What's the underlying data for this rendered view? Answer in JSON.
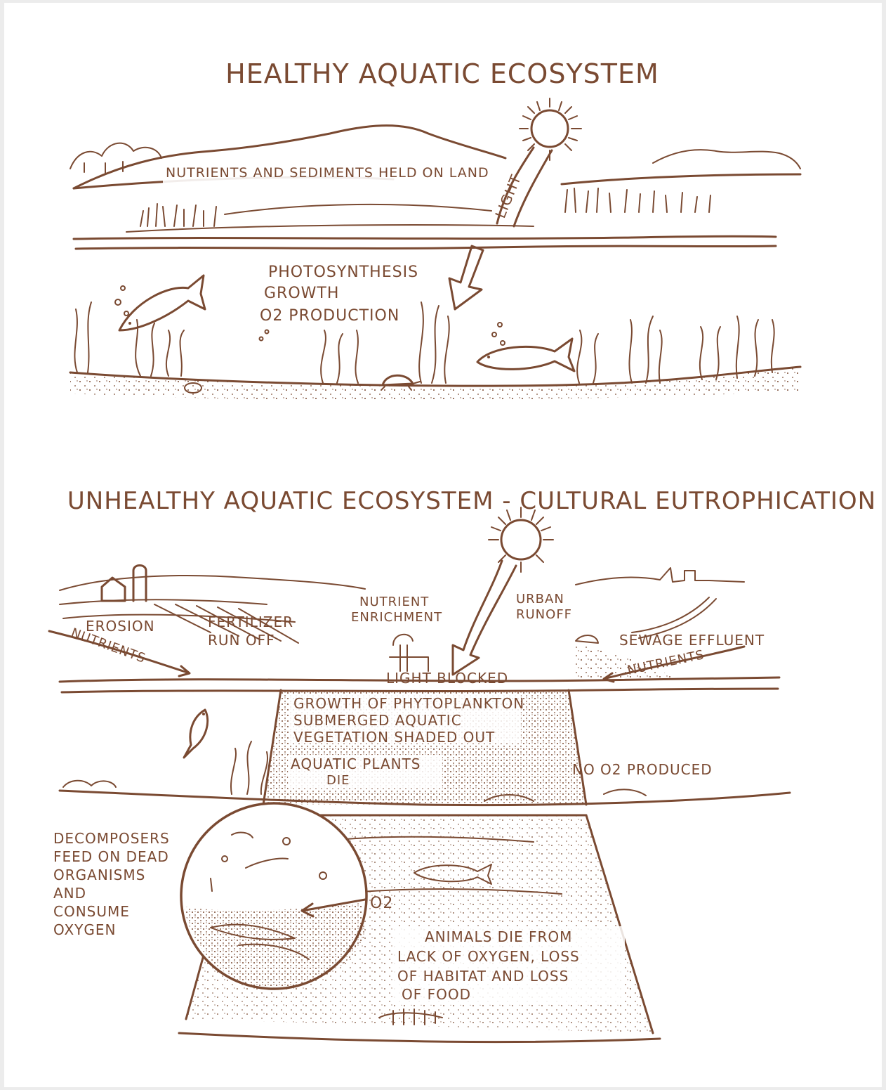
{
  "colors": {
    "ink": "#7a4a32",
    "paper": "#ffffff",
    "frame": "#ececec"
  },
  "healthy": {
    "title": "HEALTHY AQUATIC ECOSYSTEM",
    "nutrients_label": "NUTRIENTS AND SEDIMENTS HELD ON LAND",
    "light_label": "LIGHT",
    "process_line1": "PHOTOSYNTHESIS",
    "process_line2": "GROWTH",
    "process_line3": "O2 PRODUCTION"
  },
  "unhealthy": {
    "title": "UNHEALTHY AQUATIC ECOSYSTEM - CULTURAL EUTROPHICATION",
    "erosion": "EROSION",
    "nutrients_left": "NUTRIENTS",
    "fertilizer_line1": "FERTILIZER",
    "fertilizer_line2": "RUN OFF",
    "nutrient_enrichment_line1": "NUTRIENT",
    "nutrient_enrichment_line2": "ENRICHMENT",
    "urban_line1": "URBAN",
    "urban_line2": "RUNOFF",
    "sewage": "SEWAGE EFFLUENT",
    "nutrients_right": "NUTRIENTS",
    "light_blocked": "LIGHT BLOCKED",
    "phytoplankton_line1": "GROWTH OF PHYTOPLANKTON",
    "phytoplankton_line2": "SUBMERGED AQUATIC",
    "phytoplankton_line3": "VEGETATION SHADED OUT",
    "plants_line1": "AQUATIC PLANTS",
    "plants_line2": "DIE",
    "no_o2": "NO O2 PRODUCED",
    "decomposers_line1": "DECOMPOSERS",
    "decomposers_line2": "FEED ON DEAD",
    "decomposers_line3": "ORGANISMS",
    "decomposers_line4": "AND",
    "decomposers_line5": "CONSUME",
    "decomposers_line6": "OXYGEN",
    "o2_label": "O2",
    "animals_line1": "ANIMALS DIE FROM",
    "animals_line2": "LACK OF OXYGEN, LOSS",
    "animals_line3": "OF HABITAT AND LOSS",
    "animals_line4": "OF FOOD"
  }
}
